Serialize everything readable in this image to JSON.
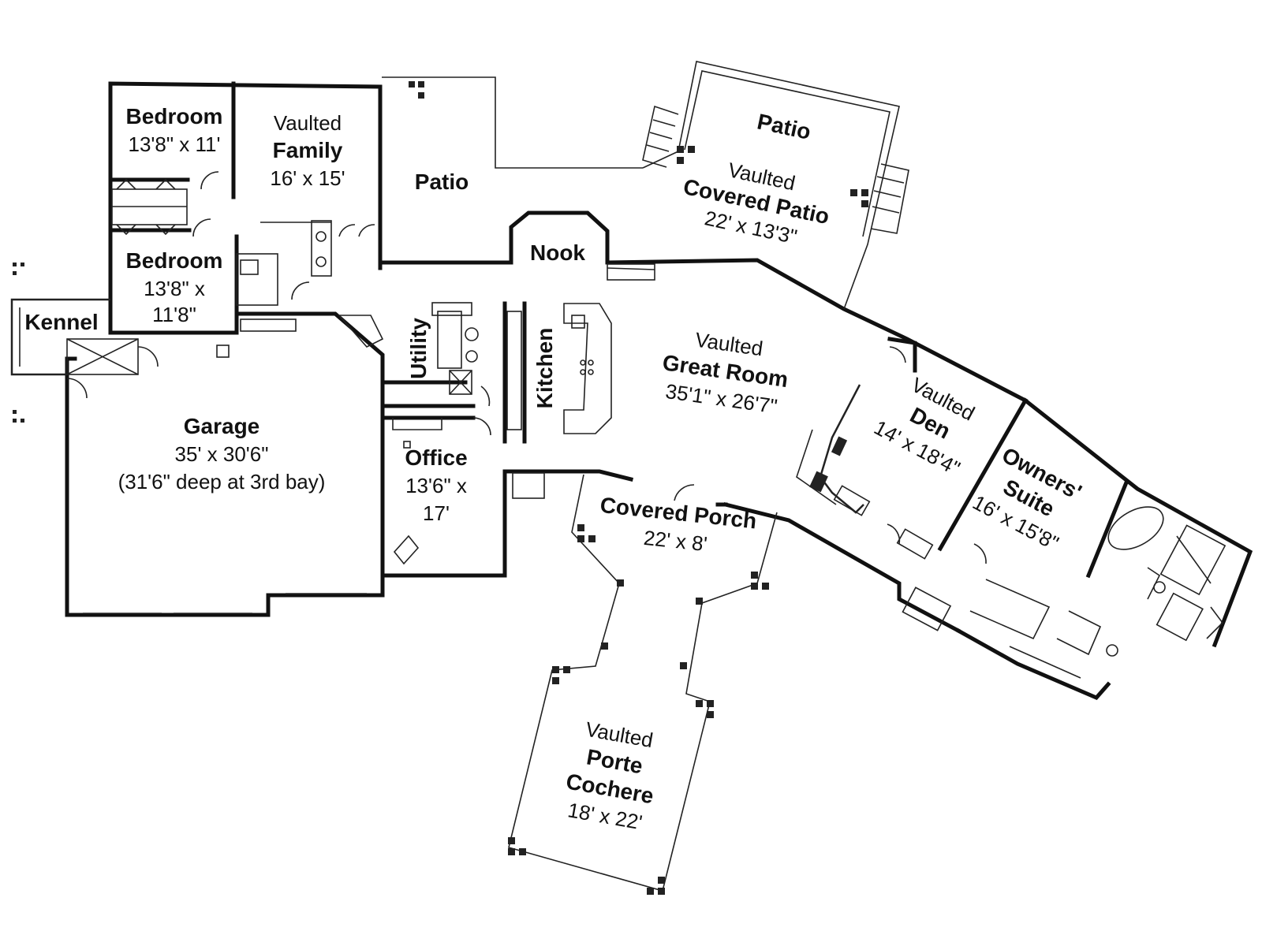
{
  "rooms": {
    "bedroom1": {
      "name": "Bedroom",
      "dims": "13'8\" x 11'"
    },
    "family": {
      "prefix": "Vaulted",
      "name": "Family",
      "dims": "16' x 15'"
    },
    "patio_left": {
      "name": "Patio"
    },
    "patio_top": {
      "name": "Patio"
    },
    "covered_patio": {
      "prefix": "Vaulted",
      "name": "Covered Patio",
      "dims": "22' x 13'3\""
    },
    "nook": {
      "name": "Nook"
    },
    "bedroom2": {
      "name": "Bedroom",
      "dims_line1": "13'8\" x",
      "dims_line2": "11'8\""
    },
    "kennel": {
      "name": "Kennel"
    },
    "utility": {
      "name": "Utility"
    },
    "kitchen": {
      "name": "Kitchen"
    },
    "great_room": {
      "prefix": "Vaulted",
      "name": "Great Room",
      "dims": "35'1\" x 26'7\""
    },
    "garage": {
      "name": "Garage",
      "dims": "35' x 30'6\"",
      "note": "(31'6\" deep at 3rd bay)"
    },
    "office": {
      "name": "Office",
      "dims_line1": "13'6\" x",
      "dims_line2": "17'"
    },
    "den": {
      "prefix": "Vaulted",
      "name": "Den",
      "dims": "14' x 18'4\""
    },
    "owners_suite": {
      "name_line1": "Owners'",
      "name_line2": "Suite",
      "dims": "16' x 15'8\""
    },
    "covered_porch": {
      "name": "Covered Porch",
      "dims": "22' x 8'"
    },
    "porte_cochere": {
      "prefix": "Vaulted",
      "name_line1": "Porte",
      "name_line2": "Cochere",
      "dims": "18' x 22'"
    }
  }
}
